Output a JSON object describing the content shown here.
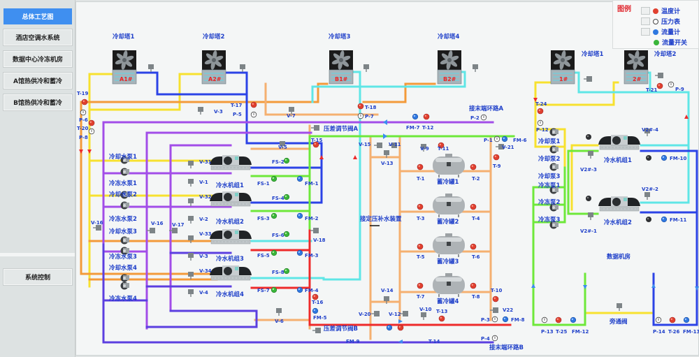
{
  "sidebar": {
    "items": [
      {
        "label": "总体工艺图",
        "active": true
      },
      {
        "label": "酒店空调水系统",
        "active": false
      },
      {
        "label": "数据中心冷冻机房",
        "active": false
      },
      {
        "label": "A馆热供冷和蓄冷",
        "active": false
      },
      {
        "label": "B馆热供冷和蓄冷",
        "active": false
      },
      {
        "label": "系统控制",
        "active": false
      }
    ]
  },
  "legend": {
    "title": "图例",
    "items": [
      {
        "label": "温度计",
        "icon": "thermometer-icon",
        "color": "#e0402f",
        "checkbox": true
      },
      {
        "label": "压力表",
        "icon": "pressure-gauge-icon",
        "color": "#ffffff",
        "checkbox": true
      },
      {
        "label": "流量计",
        "icon": "flowmeter-icon",
        "color": "#2f78e0",
        "checkbox": true
      },
      {
        "label": "流量开关",
        "icon": "flow-switch-icon",
        "color": "#3ab53a",
        "checkbox": false
      }
    ]
  },
  "colors": {
    "yellow": "#f7e12f",
    "orange": "#f39a3a",
    "blue": "#2b43e6",
    "cyan": "#5fe6e6",
    "purple": "#a24de8",
    "indigo": "#5b3fe0",
    "green": "#6ee83a",
    "red": "#ee2a2a",
    "light_orange": "#f5b070",
    "label": "#1d3ec9"
  },
  "towers": [
    {
      "name": "冷却塔1",
      "code": "A1#"
    },
    {
      "name": "冷却塔2",
      "code": "A2#"
    },
    {
      "name": "冷却塔3",
      "code": "B1#"
    },
    {
      "name": "冷却塔4",
      "code": "B2#"
    }
  ],
  "dc_towers": [
    {
      "name": "冷却塔1",
      "code": "1#"
    },
    {
      "name": "冷却塔2",
      "code": "2#"
    }
  ],
  "pumps": {
    "cooling": [
      "冷却水泵1",
      "冷却水泵2",
      "冷却水泵3",
      "冷却水泵4"
    ],
    "chilled": [
      "冷冻水泵1",
      "冷冻水泵2",
      "冷冻水泵3",
      "冷冻水泵4"
    ]
  },
  "chillers": [
    "冷水机组1",
    "冷水机组2",
    "冷水机组3",
    "冷水机组4"
  ],
  "tanks": [
    "蓄冷罐1",
    "蓄冷罐2",
    "蓄冷罐3",
    "蓄冷罐4"
  ],
  "dc": {
    "cooling_pumps": [
      "冷却泵1",
      "冷却泵2",
      "冷却泵3"
    ],
    "chilled_pumps": [
      "冷冻泵1",
      "冷冻泵2",
      "冷冻泵3"
    ],
    "chillers": [
      "冷水机组1",
      "冷水机组2"
    ],
    "room": "数据机房",
    "bypass": "旁通阀"
  },
  "labels": {
    "loop_a": "接末端环路A",
    "loop_b": "接末端环路B",
    "dp_valve_a": "压差调节阀A",
    "dp_valve_b": "压差调节阀B",
    "makeup": "接定压补水装置"
  },
  "tags": {
    "T19": "T-19",
    "P6": "P-6",
    "T20": "T-20",
    "P8": "P-8",
    "T17": "T-17",
    "P5": "P-5",
    "V3top": "V-3",
    "V7": "V-7",
    "T18": "T-18",
    "P7": "P-7",
    "FM7": "FM-7",
    "T12": "T-12",
    "P2": "P-2",
    "V5": "V-5",
    "T15": "T-15",
    "V15": "V-15",
    "V11": "V-11",
    "V9": "V-9",
    "T11": "T-11",
    "P1": "P-1",
    "FM6": "FM-6",
    "V21": "V-21",
    "V13": "V-13",
    "T9": "T-9",
    "V31": "V-31",
    "V1": "V-1",
    "V32": "V-32",
    "V2": "V-2",
    "V33": "V-33",
    "V3": "V-3",
    "V34": "V-34",
    "V4": "V-4",
    "V16": "V-16",
    "V17": "V-17",
    "V18": "V-18",
    "V19": "V-16",
    "FS2": "FS-2",
    "FS1": "FS-1",
    "FM1": "FM-1",
    "FS4": "FS-4",
    "FS3": "FS-3",
    "FM2": "FM-2",
    "FS6": "FS-6",
    "FS5": "FS-5",
    "FM3": "FM-3",
    "FS8": "FS-8",
    "FS7": "FS-7",
    "FM4": "FM-4",
    "T16": "T-16",
    "FM5": "FM-5",
    "V6": "V-6",
    "T1": "T-1",
    "T2": "T-2",
    "T3": "T-3",
    "T4": "T-4",
    "T5": "T-5",
    "T6": "T-6",
    "T7": "T-7",
    "T8": "T-8",
    "V14": "V-14",
    "T10": "T-10",
    "V20": "V-20",
    "V12": "V-12",
    "V10": "V-10",
    "T13": "T-13",
    "V22": "V22",
    "P3": "P-3",
    "FM8": "FM-8",
    "FM9": "FM-9",
    "T14": "T-14",
    "P4": "P-4",
    "T21": "T-21",
    "P9": "P-9",
    "T24": "T-24",
    "P12": "P-12",
    "V2_4": "V2#-4",
    "V2_3": "V2#-3",
    "FM10": "FM-10",
    "V2_2": "V2#-2",
    "V2_1": "V2#-1",
    "FM11": "FM-11",
    "P13": "P-13",
    "T25": "T-25",
    "FM12": "FM-12",
    "P14": "P-14",
    "T26": "T-26",
    "FM13": "FM-13"
  }
}
